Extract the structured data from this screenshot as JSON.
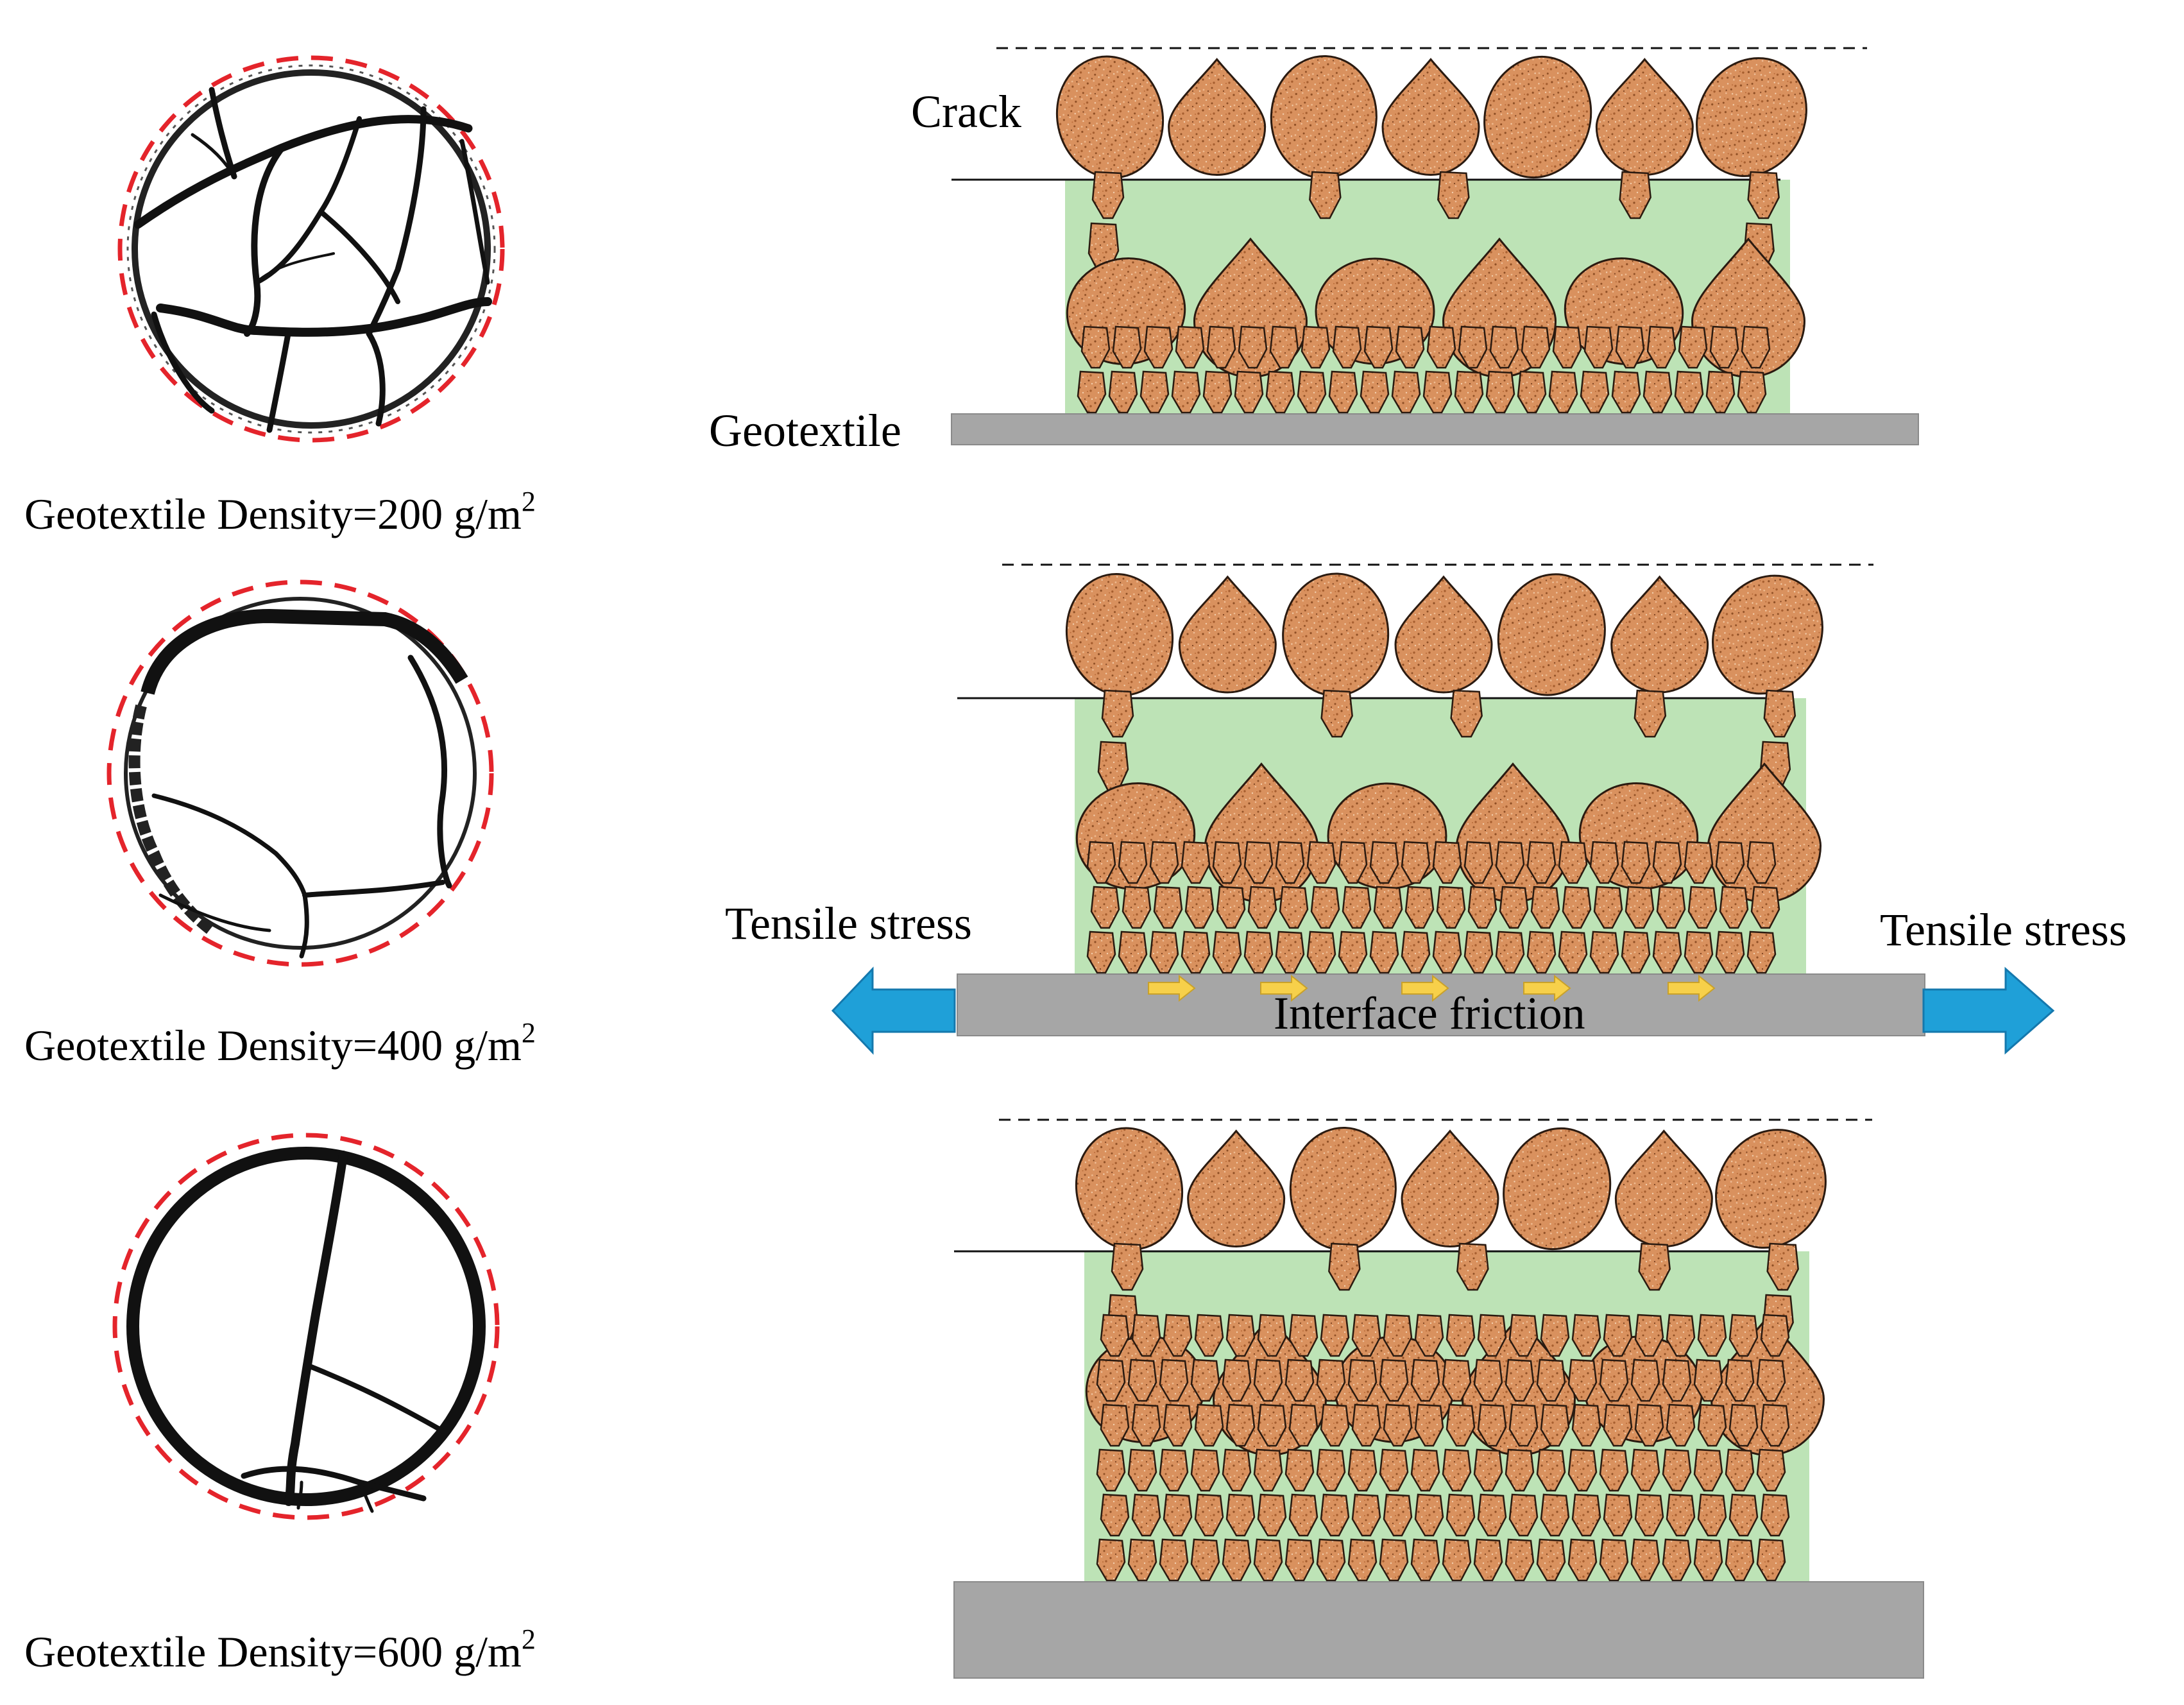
{
  "labels": {
    "crack": "Crack",
    "geotextile": "Geotextile",
    "tensile_left": "Tensile stress",
    "tensile_right": "Tensile stress",
    "interface_friction": "Interface friction"
  },
  "samples": [
    {
      "caption": "Geotextile Density=200 g/m",
      "sup": "2"
    },
    {
      "caption": "Geotextile Density=400 g/m",
      "sup": "2"
    },
    {
      "caption": "Geotextile Density=600 g/m",
      "sup": "2"
    }
  ],
  "panels": [
    {
      "fine_rows": 2
    },
    {
      "fine_rows": 3
    },
    {
      "fine_rows": 6
    }
  ],
  "colors": {
    "green_zone": "#bde3b6",
    "grain": "#d9915e",
    "geotextile": "#a6a6a6",
    "arrow_blue": "#1fa0d8",
    "arrow_yellow": "#f7d04a",
    "dash_red": "#e4242b"
  },
  "icons": {
    "tensile_arrow": "double-arrow-icon",
    "friction_arrow": "small-arrow-icon"
  }
}
